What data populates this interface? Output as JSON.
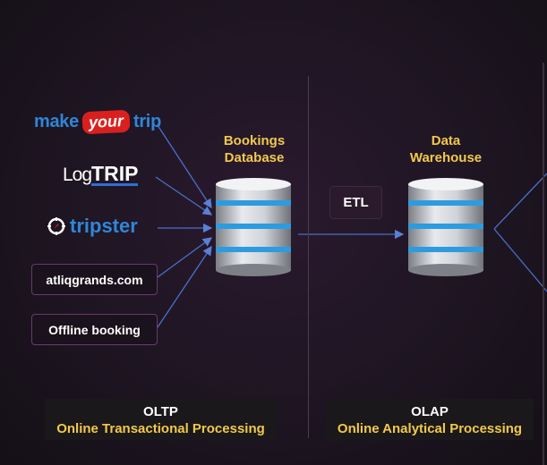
{
  "sources": {
    "makemytrip": {
      "make": "make",
      "your": "your",
      "trip": "trip"
    },
    "logtrip": {
      "log": "Log",
      "trip": "TRIP"
    },
    "tripster": {
      "name": "tripster"
    },
    "website": "atliqgrands.com",
    "offline": "Offline booking"
  },
  "bookings_db": {
    "line1": "Bookings",
    "line2": "Database"
  },
  "etl": "ETL",
  "warehouse": {
    "line1": "Data",
    "line2": "Warehouse"
  },
  "oltp": {
    "title": "OLTP",
    "subtitle": "Online Transactional Processing"
  },
  "olap": {
    "title": "OLAP",
    "subtitle": "Online Analytical Processing"
  },
  "colors": {
    "accent_yellow": "#f2c94c",
    "arrow_blue": "#4a6fc8",
    "db_blue": "#2d9be0",
    "box_border": "#6a3a6e"
  }
}
